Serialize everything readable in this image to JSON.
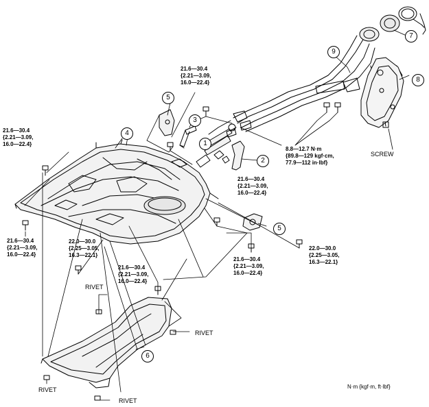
{
  "callouts": [
    "1",
    "2",
    "3",
    "4",
    "5",
    "5",
    "6",
    "7",
    "8",
    "9"
  ],
  "torque": {
    "t_top_center": [
      "21.6—30.4",
      "{2.21—3.09,",
      "16.0—22.4}"
    ],
    "t_left_top": [
      "21.6—30.4",
      "{2.21—3.09,",
      "16.0—22.4}"
    ],
    "t_left_bottom": [
      "21.6—30.4",
      "{2.21—3.09,",
      "16.0—22.4}"
    ],
    "t_mid_left": [
      "22.0—30.0",
      "{2.25—3.05,",
      "16.3—22.1}"
    ],
    "t_mid_bottom": [
      "21.6—30.4",
      "{2.21—3.09,",
      "16.0—22.4}"
    ],
    "t_right_upper": [
      "21.6—30.4",
      "{2.21—3.09,",
      "16.0—22.4}"
    ],
    "t_right_lower": [
      "21.6—30.4",
      "{2.21—3.09,",
      "16.0—22.4}"
    ],
    "t_far_right": [
      "22.0—30.0",
      "{2.25—3.05,",
      "16.3—22.1}"
    ],
    "t_filler": [
      "8.8—12.7 N·m",
      "{89.8—129 kgf·cm,",
      "77.9—112 in·lbf}"
    ]
  },
  "captions": {
    "screw": "SCREW",
    "rivet_1": "RIVET",
    "rivet_2": "RIVET",
    "rivet_3": "RIVET",
    "rivet_4": "RIVET"
  },
  "units_note": "N·m {kgf·m, ft·lbf}"
}
